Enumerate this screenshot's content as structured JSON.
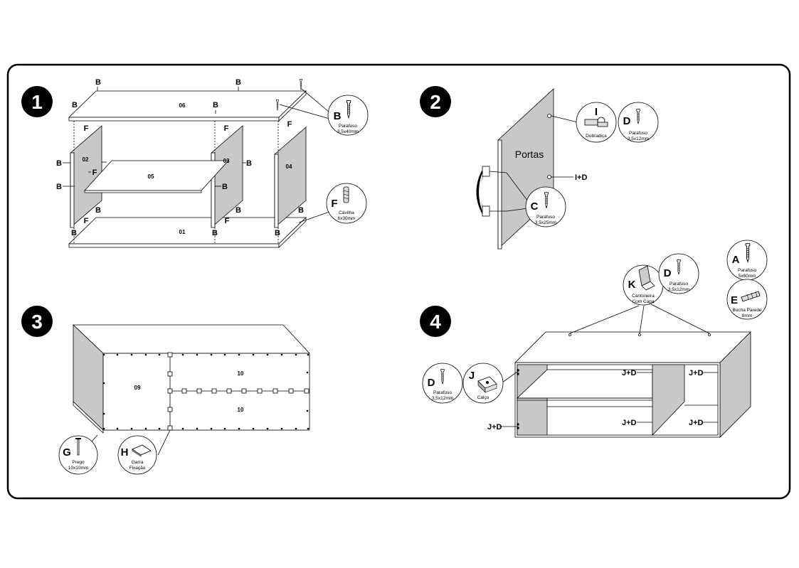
{
  "steps": [
    "1",
    "2",
    "3",
    "4"
  ],
  "step1": {
    "panels": {
      "p06": "06",
      "p02": "02",
      "p05": "05",
      "p03": "03",
      "p04": "04",
      "p01": "01"
    },
    "screw_letter": "B",
    "screw_name": "Parafuso",
    "screw_size": "3,5x40mm",
    "dowel_letter": "F",
    "dowel_name": "Cavilha",
    "dowel_size": "6x30mm"
  },
  "step2": {
    "door_label": "Portas",
    "hinge_letter": "I",
    "hinge_name": "Dobradiça",
    "screw_d_letter": "D",
    "screw_d_name": "Parafuso",
    "screw_d_size": "3,5x12mm",
    "combo": "I+D",
    "screw_c_letter": "C",
    "screw_c_name": "Parafuso",
    "screw_c_size": "3,5x25mm"
  },
  "step3": {
    "panel_09": "09",
    "panel_10a": "10",
    "panel_10b": "10",
    "nail_letter": "G",
    "nail_name": "Prego",
    "nail_size": "10x10mm",
    "clip_letter": "H",
    "clip_name_1": "Garra",
    "clip_name_2": "Fixação"
  },
  "step4": {
    "bracket_letter": "K",
    "bracket_name_1": "Cantoneira",
    "bracket_name_2": "Com Capa",
    "screw_d_letter": "D",
    "screw_d_name": "Parafuso",
    "screw_d_size": "3,5x12mm",
    "screw_a_letter": "A",
    "screw_a_name": "Parafuso",
    "screw_a_size": "5x60mm",
    "plug_letter": "E",
    "plug_name": "Bucha Parede",
    "plug_size": "8mm",
    "shim_letter": "J",
    "shim_name": "Calço",
    "screw_d2_letter": "D",
    "screw_d2_name": "Parafuso",
    "screw_d2_size": "3,5x12mm",
    "combo": "J+D"
  }
}
